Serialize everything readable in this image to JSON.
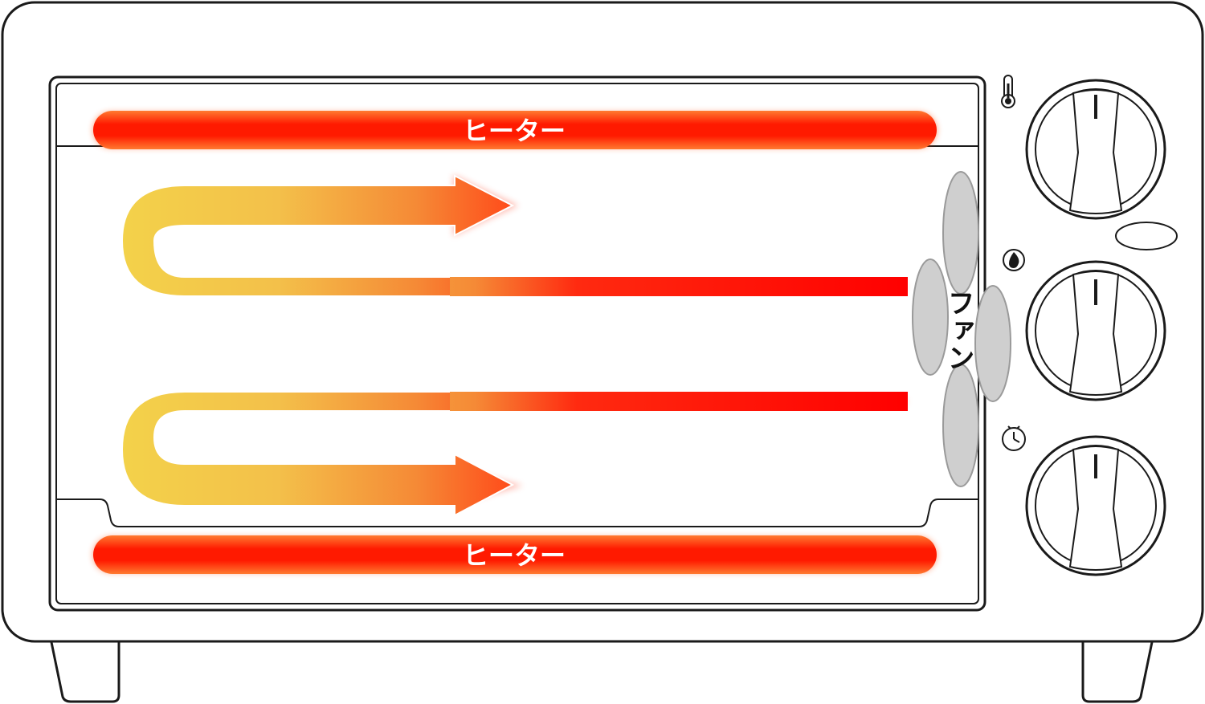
{
  "labels": {
    "top_heater": "ヒーター",
    "bottom_heater": "ヒーター",
    "fan": "ファン"
  },
  "colors": {
    "outline": "#1a1a1a",
    "heater_core": "#ff1a00",
    "heater_mid": "#ff6a1e",
    "heater_edge": "#ffb27a",
    "airflow_start": "#f3d24a",
    "airflow_mid": "#f0a040",
    "airflow_end": "#ff0000",
    "fan_blade": "#cfcfcf"
  },
  "icons": {
    "top_dial": "thermometer-icon",
    "middle_dial": "flame-icon",
    "bottom_dial": "clock-icon"
  }
}
